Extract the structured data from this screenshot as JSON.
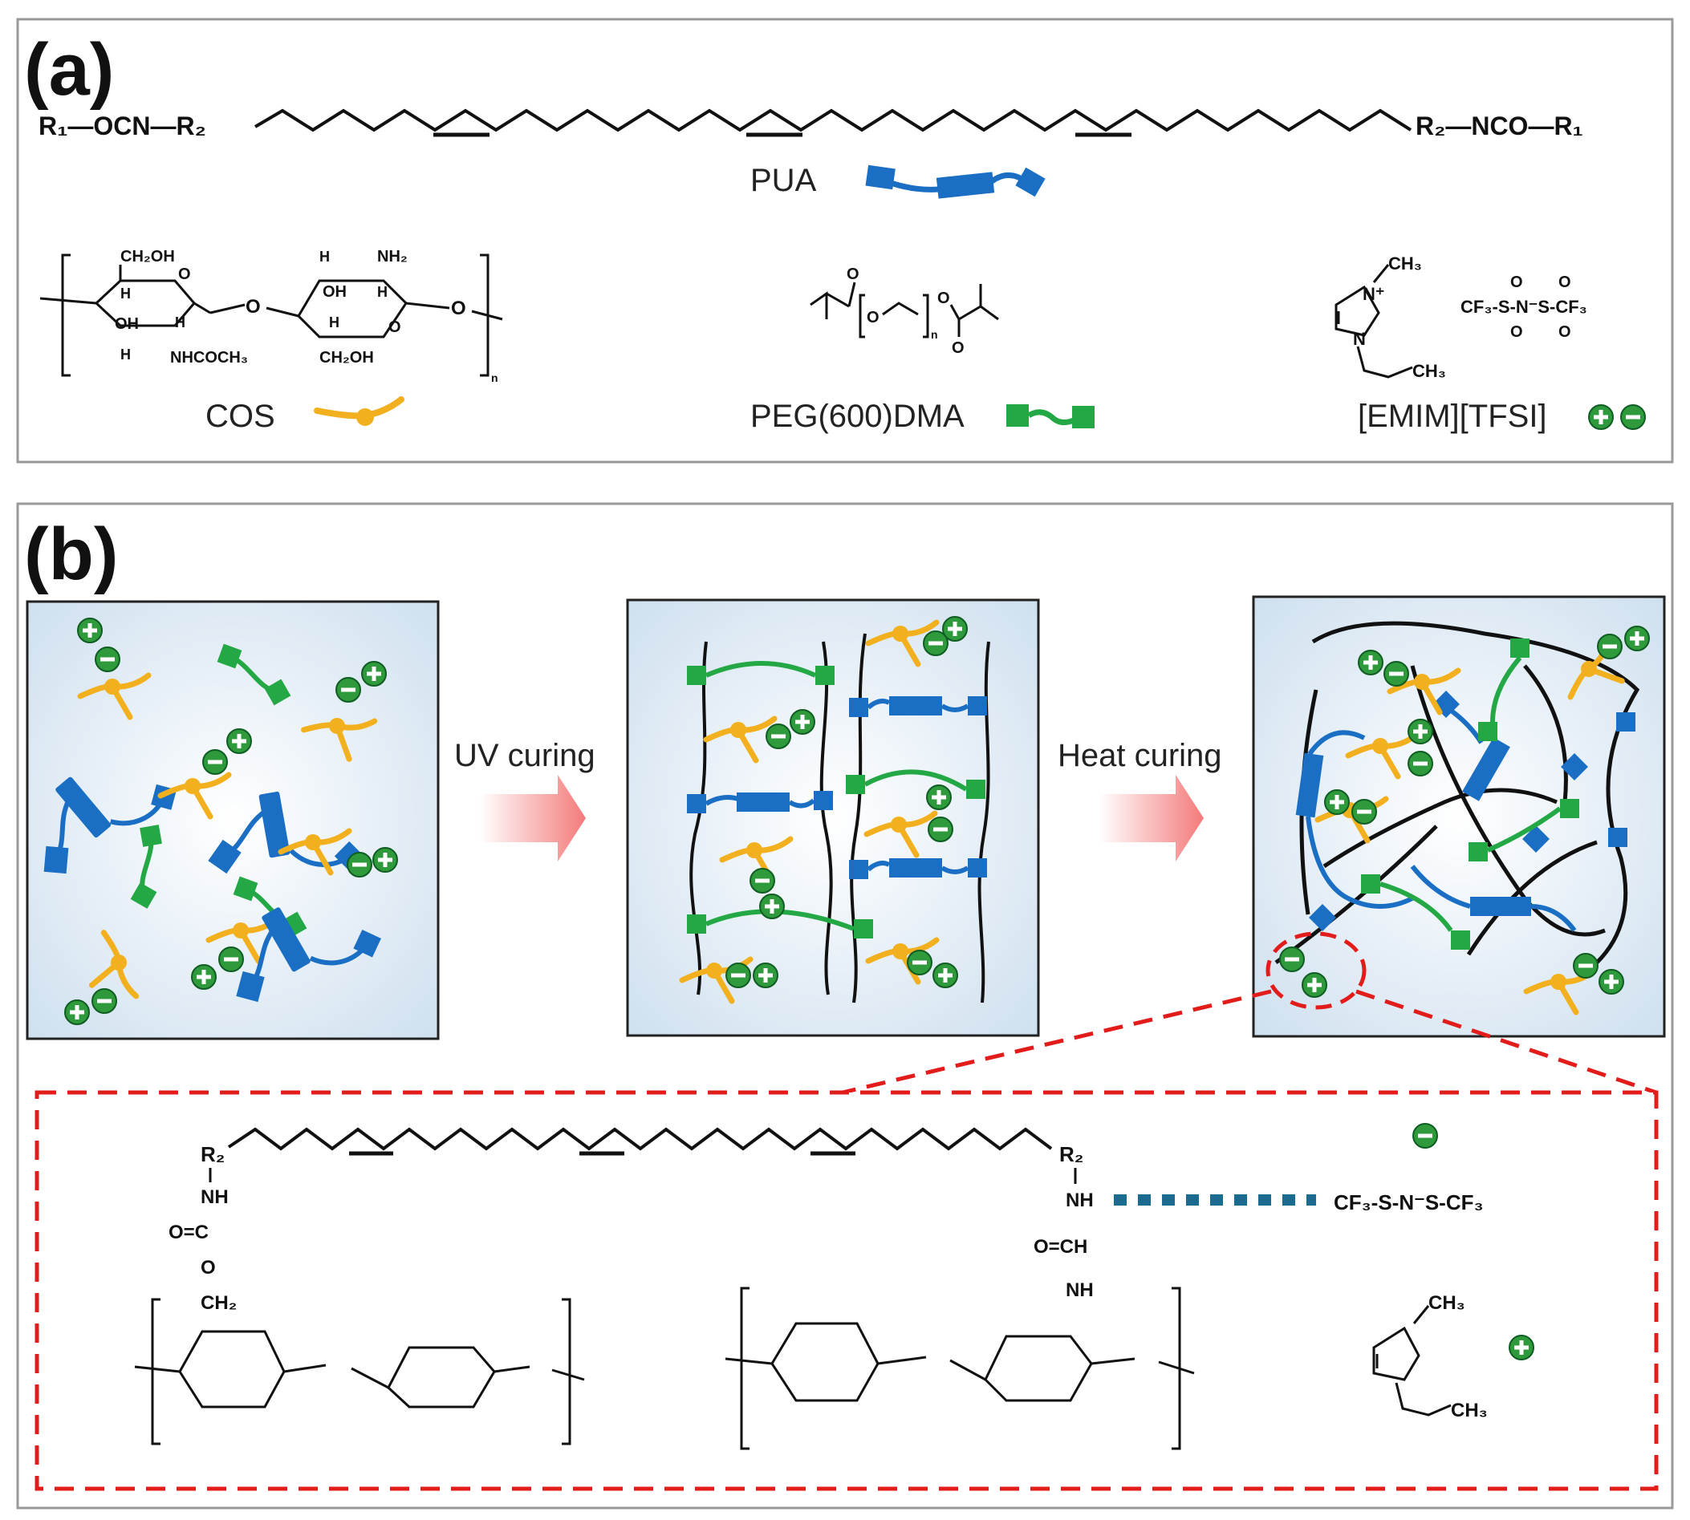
{
  "panels": {
    "a": {
      "label": "(a)"
    },
    "b": {
      "label": "(b)"
    }
  },
  "legend": {
    "pua": "PUA",
    "cos": "COS",
    "peg": "PEG(600)DMA",
    "il": "[EMIM][TFSI]"
  },
  "pua_structure": {
    "left_end": "R₁—OCN—R₂",
    "right_end": "R₂—NCO—R₁"
  },
  "cos_structure": {
    "ch2oh": "CH₂OH",
    "oh": "OH",
    "h": "H",
    "nh2": "NH₂",
    "nhcoch3": "NHCOCH₃",
    "o": "O",
    "n": "n"
  },
  "peg_structure": {
    "n": "n",
    "o": "O"
  },
  "emim": {
    "ch3_top": "CH₃",
    "ch3_bottom": "CH₃",
    "n_plus": "N⁺",
    "n": "N"
  },
  "tfsi": {
    "formula": "CF₃-S-N⁻S-CF₃",
    "o": "O"
  },
  "process": {
    "step1": "UV curing",
    "step2": "Heat curing"
  },
  "detail": {
    "left_link": [
      "NH",
      "O=C",
      "O",
      "CH₂"
    ],
    "right_link": [
      "NH",
      "O=CH",
      "NH"
    ],
    "r2": "R₂",
    "tfsi": "CF₃-S-N⁻S-CF₃",
    "ch3_top": "CH₃",
    "ch3_bottom": "CH₃"
  },
  "colors": {
    "pua": "#1a6fc4",
    "cos": "#f2b01e",
    "peg": "#23a845",
    "ion": "#2e9a3c",
    "frame": "#e21b1b",
    "arrow": "#f47a7a",
    "hbond": "#1b6b8f"
  }
}
